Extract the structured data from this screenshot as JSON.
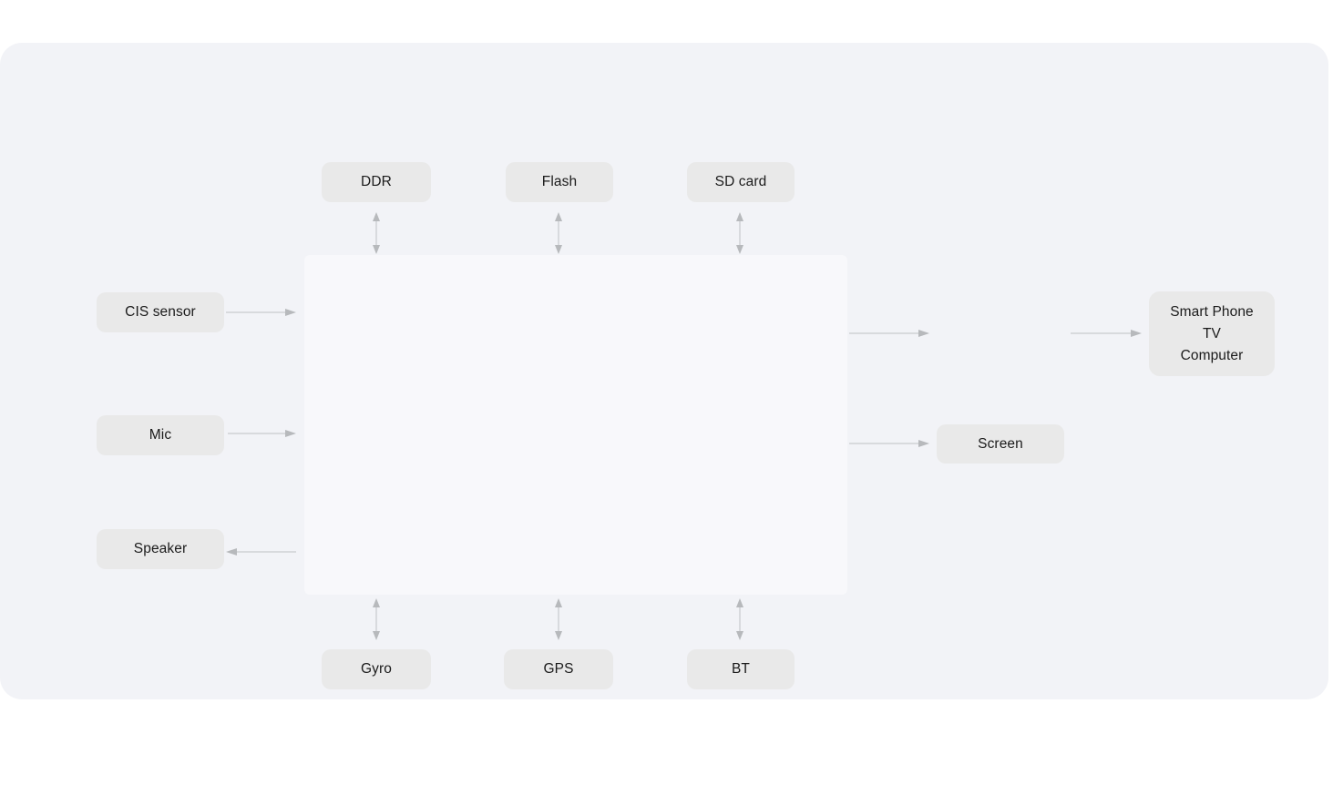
{
  "theme": {
    "page_bg": "#ffffff",
    "panel_bg": "#f2f3f7",
    "central_bg": "rgba(255,255,255,0.45)",
    "node_bg": "#e9e9e9",
    "node_text": "#1b1b1b",
    "arrow_line": "#c8cacd",
    "arrow_head": "#b7b9bc"
  },
  "diagram": {
    "nodes": {
      "ddr": {
        "label": "DDR"
      },
      "flash": {
        "label": "Flash"
      },
      "sd_card": {
        "label": "SD card"
      },
      "cis_sensor": {
        "label": "CIS sensor"
      },
      "mic": {
        "label": "Mic"
      },
      "speaker": {
        "label": "Speaker"
      },
      "gyro": {
        "label": "Gyro"
      },
      "gps": {
        "label": "GPS"
      },
      "bt": {
        "label": "BT"
      },
      "screen": {
        "label": "Screen"
      },
      "external": {
        "lines": [
          "Smart Phone",
          "TV",
          "Computer"
        ]
      },
      "central": {
        "label": ""
      }
    },
    "connections": [
      {
        "between": [
          "DDR",
          "central block"
        ],
        "direction": "bidirectional"
      },
      {
        "between": [
          "Flash",
          "central block"
        ],
        "direction": "bidirectional"
      },
      {
        "between": [
          "SD card",
          "central block"
        ],
        "direction": "bidirectional"
      },
      {
        "between": [
          "CIS sensor",
          "central block"
        ],
        "direction": "into-central"
      },
      {
        "between": [
          "Mic",
          "central block"
        ],
        "direction": "into-central"
      },
      {
        "between": [
          "central block",
          "Speaker"
        ],
        "direction": "out-of-central"
      },
      {
        "between": [
          "central block",
          "Screen"
        ],
        "direction": "out-of-central"
      },
      {
        "between": [
          "central block",
          "Smart Phone / TV / Computer"
        ],
        "direction": "out-of-central"
      },
      {
        "between": [
          "Gyro",
          "central block"
        ],
        "direction": "bidirectional"
      },
      {
        "between": [
          "GPS",
          "central block"
        ],
        "direction": "bidirectional"
      },
      {
        "between": [
          "BT",
          "central block"
        ],
        "direction": "bidirectional"
      }
    ]
  }
}
